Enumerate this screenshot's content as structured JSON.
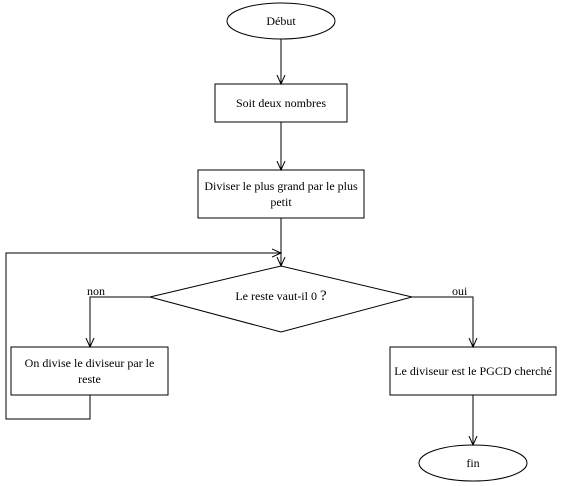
{
  "nodes": {
    "start": "Début",
    "two_numbers": "Soit deux nombres",
    "divide": "Diviser le plus grand par le plus petit",
    "question": "Le reste vaut-il 0",
    "question_mark": "?",
    "divide_divisor": "On divise le diviseur par le reste",
    "result": "Le diviseur est le PGCD cherché",
    "end": "fin"
  },
  "edges": {
    "no": "non",
    "yes": "oui"
  },
  "colors": {
    "stroke": "#000000",
    "background": "#ffffff"
  }
}
